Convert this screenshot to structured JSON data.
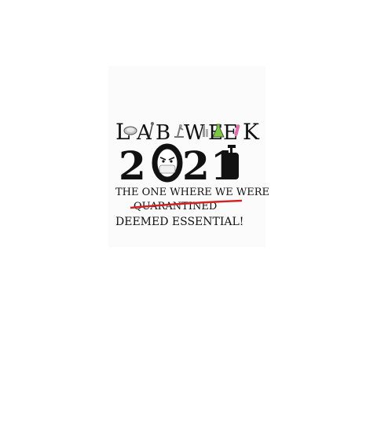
{
  "title": {
    "lab_letters": [
      "L",
      "A",
      "B"
    ],
    "week_letters": [
      "W",
      "E",
      "E",
      "K"
    ]
  },
  "year": {
    "digits": [
      "2",
      "0",
      "2",
      "1"
    ]
  },
  "tagline": {
    "line1": "THE ONE WHERE WE WERE",
    "crossed": "QUARANTINED",
    "line3": "DEEMED ESSENTIAL!"
  },
  "colors": {
    "ink": "#111111",
    "strike": "#d32222",
    "flask_green": "#7ac943",
    "tube_pink": "#e56aa8",
    "icon_grey": "#9a9a9a"
  },
  "icons": [
    "petri-dish-icon",
    "pipette-icon",
    "microscope-icon",
    "test-tube-rack-icon",
    "syringe-icon",
    "flask-icon",
    "test-tube-icon",
    "angry-masked-face-icon",
    "hand-sanitizer-icon"
  ]
}
